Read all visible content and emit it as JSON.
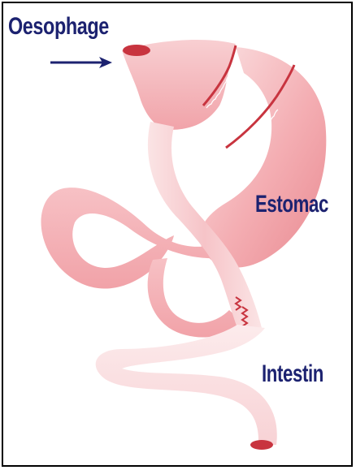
{
  "labels": {
    "oesophage": "Oesophage",
    "estomac": "Estomac",
    "intestin": "Intestin"
  },
  "colors": {
    "label_text": "#1c2270",
    "arrow": "#1c2270",
    "tissue_light": "#fbe3e4",
    "tissue_mid": "#f5b5b8",
    "tissue_dark": "#e8888e",
    "opening": "#c8343f",
    "staple_line": "#c8343f"
  }
}
